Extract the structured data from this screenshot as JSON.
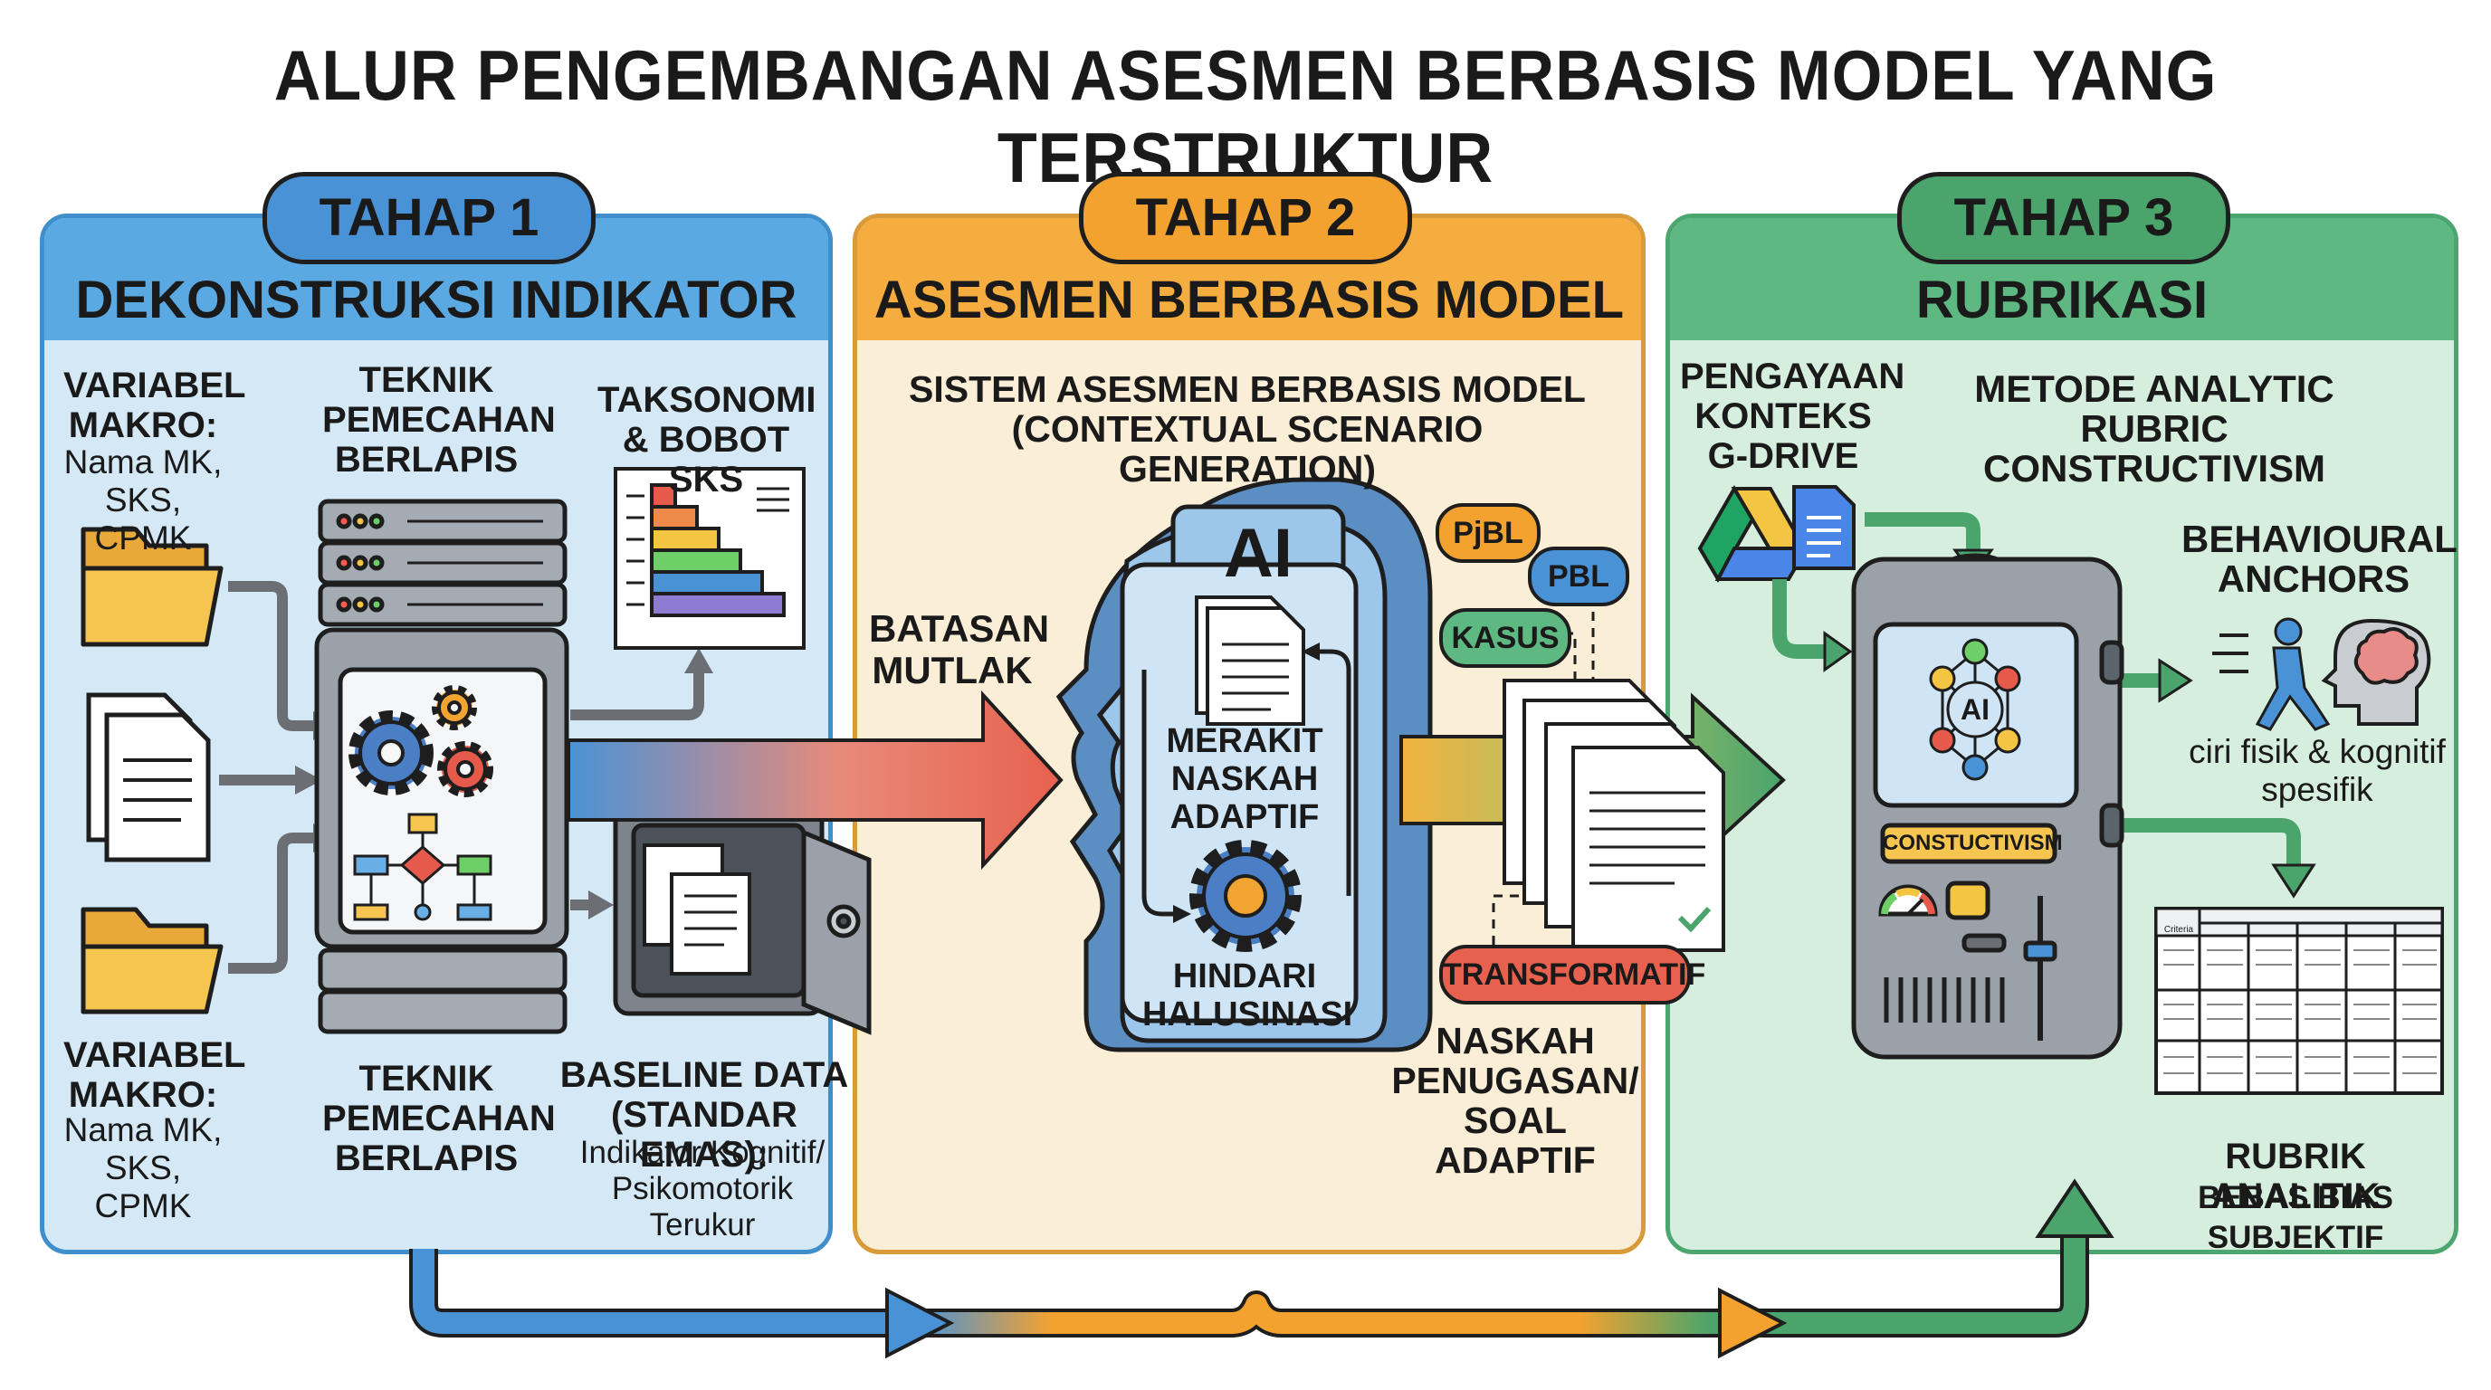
{
  "title": "ALUR PENGEMBANGAN ASESMEN BERBASIS MODEL YANG TERSTRUKTUR",
  "colors": {
    "blue": "#5aa9e2",
    "orange": "#f5ad3f",
    "green": "#5db882",
    "red": "#e7614e"
  },
  "stage1": {
    "pill": "TAHAP 1",
    "title": "DEKONSTRUKSI INDIKATOR",
    "var_top_heading": "VARIABEL MAKRO:",
    "var_top_text": "Nama MK, SKS, CPMK",
    "teknik_top": "TEKNIK PEMECAHAN BERLAPIS",
    "taksonomi": "TAKSONOMI & BOBOT SKS",
    "var_bottom_heading": "VARIABEL MAKRO:",
    "var_bottom_text": "Nama MK, SKS, CPMK",
    "teknik_bottom": "TEKNIK PEMECAHAN BERLAPIS",
    "baseline_heading": "BASELINE DATA (STANDAR EMAS):",
    "baseline_text": "Indikator Kognitif/ Psikomotorik Terukur"
  },
  "stage2": {
    "pill": "TAHAP 2",
    "title": "ASESMEN BERBASIS MODEL",
    "system": "SISTEM ASESMEN BERBASIS MODEL (CONTEXTUAL SCENARIO GENERATION)",
    "batasan": "BATASAN MUTLAK",
    "ai_label": "AI",
    "merakit": "MERAKIT NASKAH ADAPTIF",
    "hindari": "HINDARI HALUSINASI",
    "tags": [
      "PjBL",
      "PBL",
      "KASUS",
      "TRANSFORMATIF"
    ],
    "naskah": "NASKAH PENUGASAN/ SOAL ADAPTIF"
  },
  "stage3": {
    "pill": "TAHAP 3",
    "title": "RUBRIKASI",
    "pengayaan": "PENGAYAAN KONTEKS G-DRIVE",
    "metode": "METODE ANALYTIC RUBRIC CONSTRUCTIVISM",
    "anchors": "BEHAVIOURAL ANCHORS",
    "ciri": "ciri fisik & kognitif spesifik",
    "ai_node": "AI",
    "machine_label": "CONSTUCTIVISM",
    "rubrik_title": "RUBRIK ANALITIK",
    "rubrik_sub": "BEBAS BIAS SUBJEKTIF",
    "rubric_table_header": "Criteria"
  },
  "icons": [
    "folder-icon",
    "document-icon",
    "server-icon",
    "gears-icon",
    "flowchart-icon",
    "bar-chart-icon",
    "safe-icon",
    "ai-head-icon",
    "gear-icon",
    "google-drive-icon",
    "google-docs-icon",
    "ai-machine-icon",
    "walking-person-icon",
    "brain-head-icon",
    "rubric-table-icon",
    "checkmark-icon"
  ]
}
